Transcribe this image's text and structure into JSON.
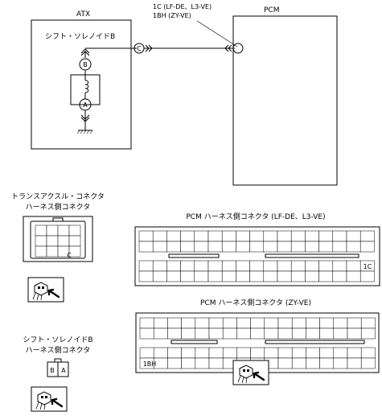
{
  "schematic": {
    "atx_label": "ATX",
    "pcm_label": "PCM",
    "solenoid_label": "シフト・ソレノイドB",
    "terminal_b": "B",
    "terminal_a": "A",
    "terminal_c": "C",
    "pin_line1": "1C (LF-DE、L3-VE)",
    "pin_line2": "1BH (ZY-VE)"
  },
  "connectors": {
    "transaxle": {
      "title1": "トランスアクスル・コネクタ",
      "title2": "ハーネス側コネクタ",
      "cell_label": "C"
    },
    "pcm_lf": {
      "title": "PCM ハーネス側コネクタ (LF-DE、L3-VE)",
      "pin_label": "1C"
    },
    "pcm_zy": {
      "title": "PCM ハーネス側コネクタ (ZY-VE)",
      "pin_label": "1BH"
    },
    "solenoid": {
      "title1": "シフト・ソレノイドB",
      "title2": "ハーネス側コネクタ",
      "pin_b": "B",
      "pin_a": "A"
    }
  },
  "icons": [
    "connector-probe-icon",
    "connector-probe-icon",
    "connector-probe-icon"
  ]
}
